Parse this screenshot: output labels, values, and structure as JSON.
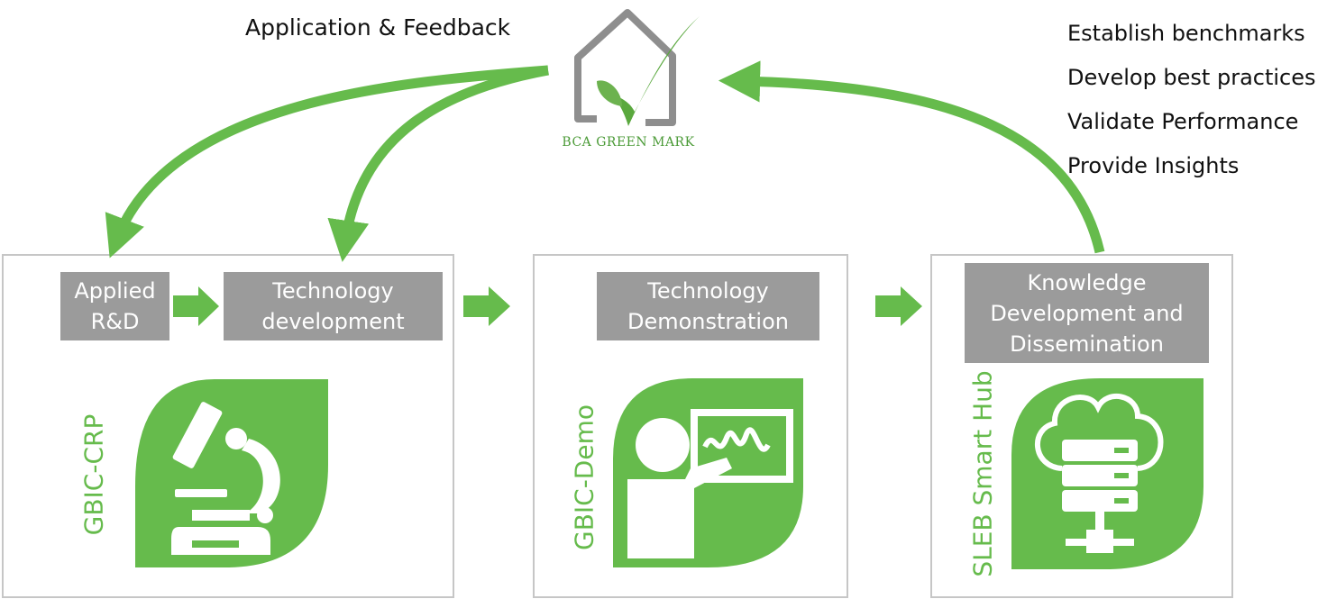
{
  "top_label": "Application & Feedback",
  "logo": {
    "text": "BCA GREEN MARK"
  },
  "bullets": [
    "Establish benchmarks",
    "Develop best practices",
    "Validate Performance",
    "Provide Insights"
  ],
  "panels": {
    "crp": {
      "boxes": [
        "Applied R&D",
        "Technology development"
      ],
      "vertical_label": "GBIC-CRP",
      "icon": "microscope-icon"
    },
    "demo": {
      "boxes": [
        "Technology Demonstration"
      ],
      "vertical_label": "GBIC-Demo",
      "icon": "presentation-icon"
    },
    "hub": {
      "boxes": [
        "Knowledge Development and Dissemination"
      ],
      "vertical_label": "SLEB Smart Hub",
      "icon": "cloud-server-icon"
    }
  },
  "colors": {
    "accent_green": "#66bb4c",
    "box_gray": "#9b9b9b",
    "panel_border": "#c6c6c6"
  }
}
